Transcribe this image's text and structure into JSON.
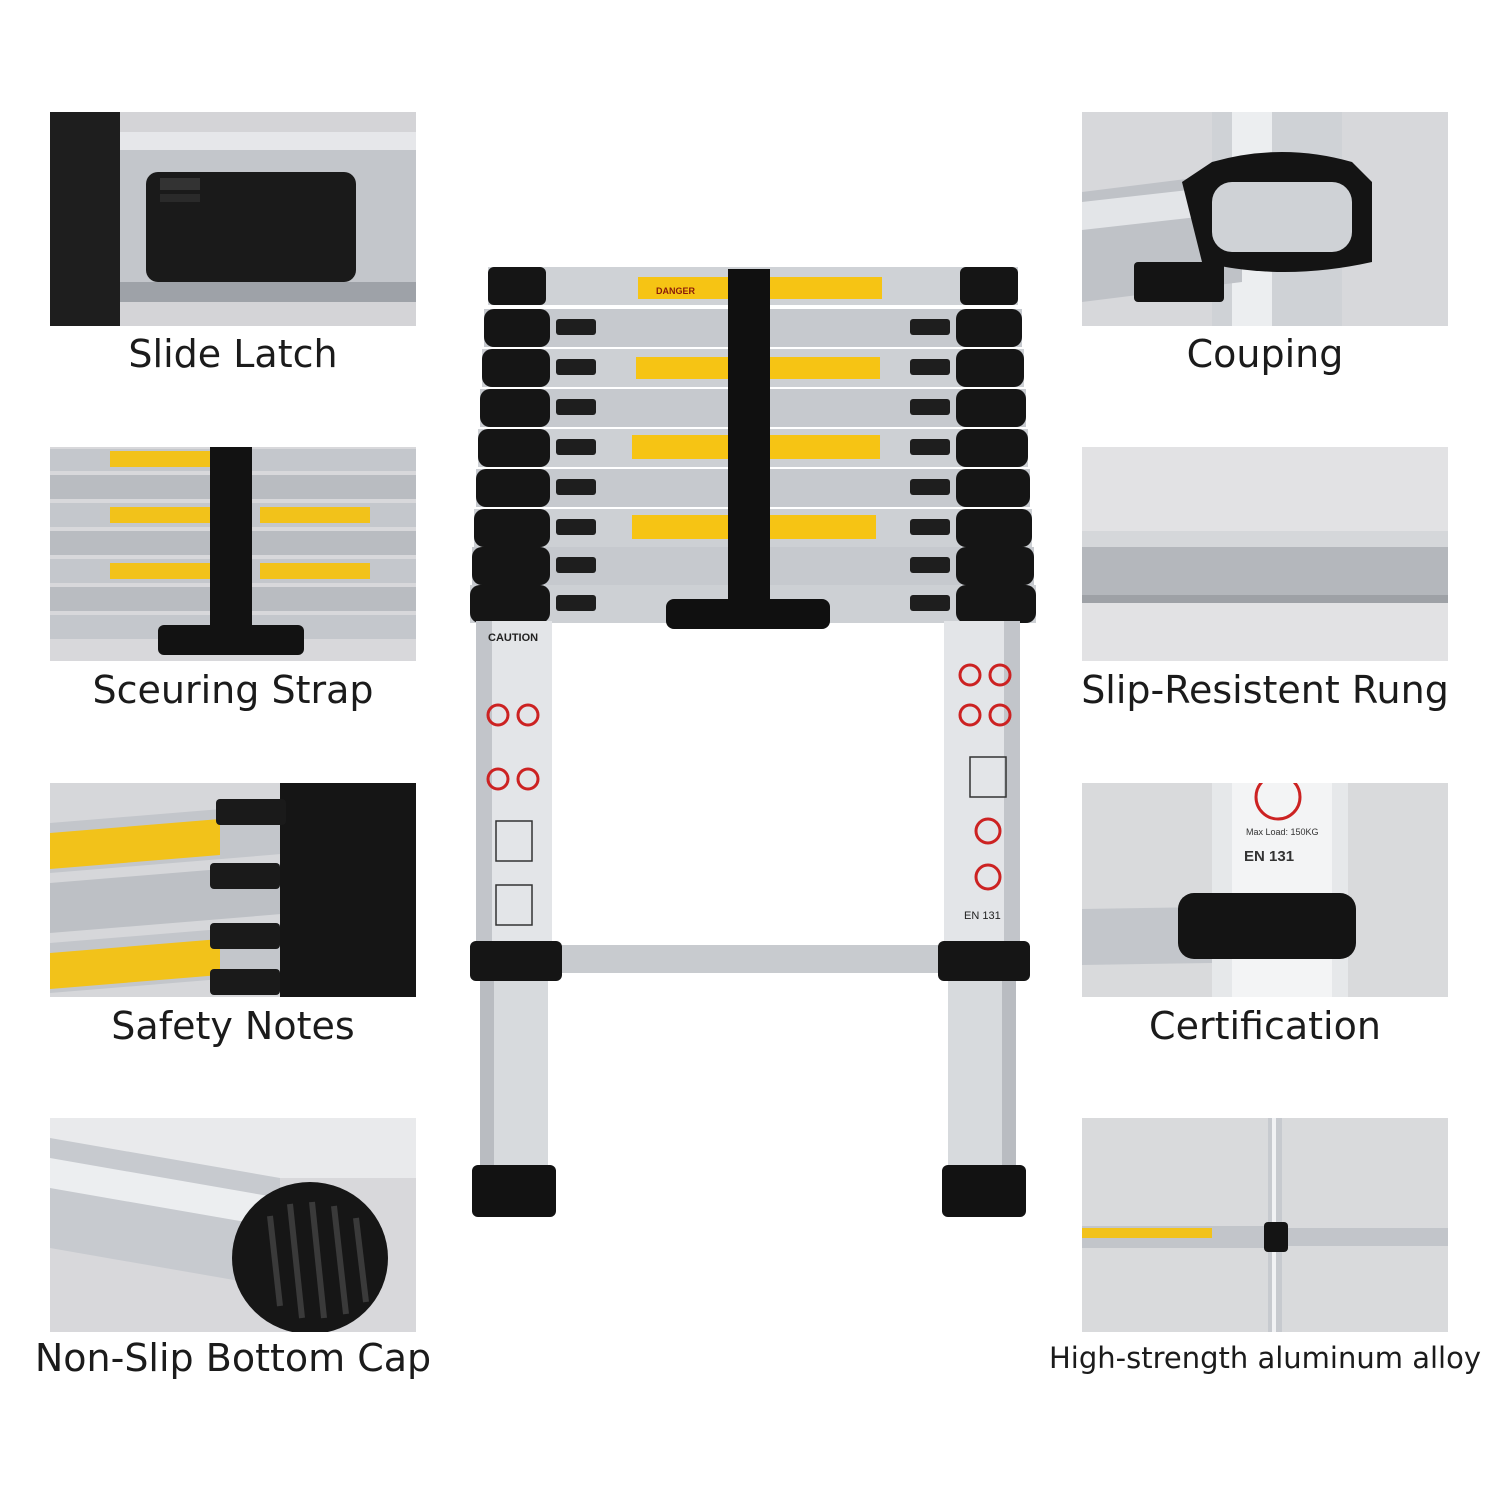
{
  "features": {
    "left": [
      {
        "label": "Slide Latch",
        "icon": "slide-latch-photo"
      },
      {
        "label": "Sceuring Strap",
        "icon": "securing-strap-photo"
      },
      {
        "label": "Safety Notes",
        "icon": "safety-notes-photo"
      },
      {
        "label": "Non-Slip Bottom Cap",
        "icon": "bottom-cap-photo"
      }
    ],
    "right": [
      {
        "label": "Couping",
        "icon": "coupling-photo"
      },
      {
        "label": "Slip-Resistent Rung",
        "icon": "rung-photo"
      },
      {
        "label": "Certification",
        "icon": "certification-photo"
      },
      {
        "label": "High-strength aluminum alloy",
        "icon": "alloy-photo"
      }
    ]
  },
  "ladder": {
    "caution_title": "CAUTION",
    "standard": "EN 131",
    "max_load": "Max Load: 150KG",
    "danger": "DANGER"
  },
  "colors": {
    "aluminum": "#c9ccd0",
    "rubber": "#141414",
    "warning_label": "#f6c414",
    "panel_bg": "#d9d9dc"
  }
}
